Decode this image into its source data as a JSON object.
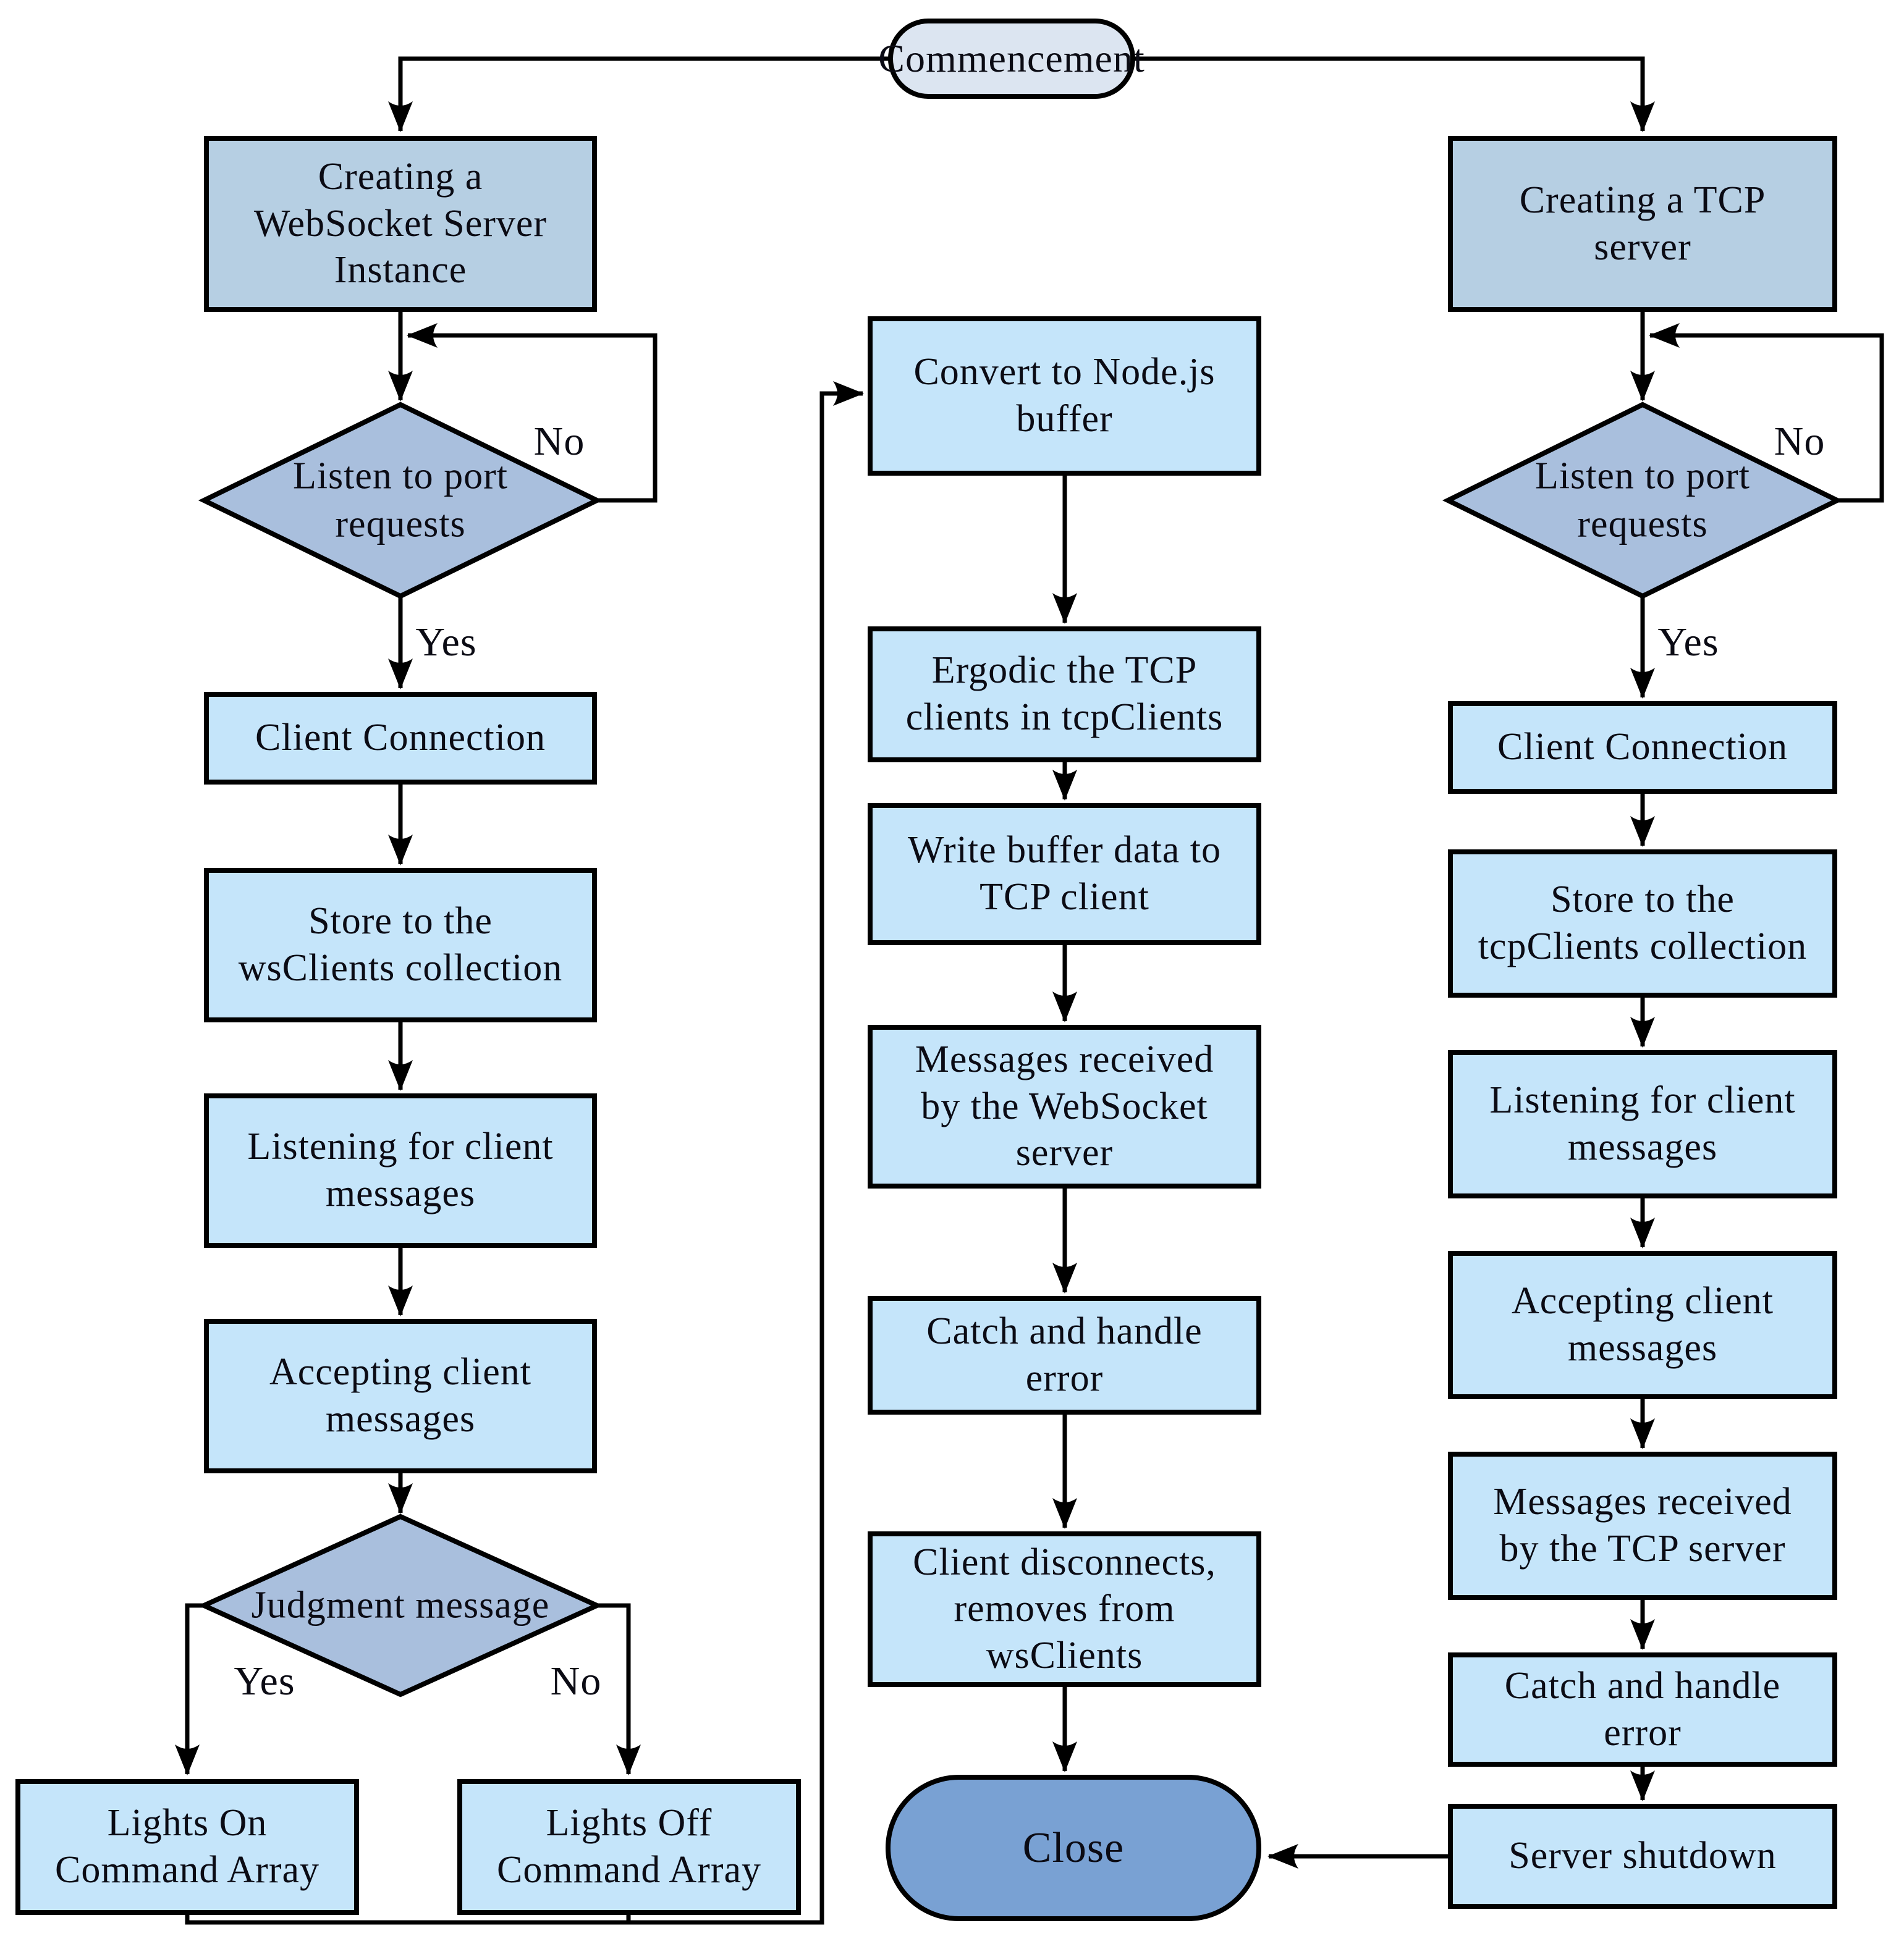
{
  "diagram_title": "WebSocket / TCP bridge server flowchart",
  "colors": {
    "stage_box": "#b6cfe3",
    "process_box": "#c5e5fa",
    "decision_diamond": "#a9bfdd",
    "terminal_start": "#dce5f1",
    "terminal_end": "#79a1d3",
    "stroke": "#000000",
    "background": "#ffffff"
  },
  "start": {
    "label": "Commencement"
  },
  "left": {
    "create": {
      "label": "Creating a\nWebSocket Server\nInstance"
    },
    "listen": {
      "label": "Listen to port\nrequests"
    },
    "client_connection": {
      "label": "Client Connection"
    },
    "store": {
      "label": "Store to the\nwsClients collection"
    },
    "listening": {
      "label": "Listening for client\nmessages"
    },
    "accepting": {
      "label": "Accepting client\nmessages"
    },
    "judgment": {
      "label": "Judgment message"
    },
    "lights_on": {
      "label": "Lights On\nCommand Array"
    },
    "lights_off": {
      "label": "Lights Off\nCommand Array"
    }
  },
  "middle": {
    "convert": {
      "label": "Convert to Node.js\nbuffer"
    },
    "ergodic": {
      "label": "Ergodic the TCP\nclients in tcpClients"
    },
    "write": {
      "label": "Write buffer data to\nTCP client"
    },
    "received": {
      "label": "Messages received\nby the WebSocket\nserver"
    },
    "catch": {
      "label": "Catch and handle\nerror"
    },
    "disconnect": {
      "label": "Client disconnects,\nremoves from\nwsClients"
    },
    "close": {
      "label": "Close"
    }
  },
  "right": {
    "create": {
      "label": "Creating a TCP\nserver"
    },
    "listen": {
      "label": "Listen to port\nrequests"
    },
    "client_connection": {
      "label": "Client Connection"
    },
    "store": {
      "label": "Store to the\ntcpClients collection"
    },
    "listening": {
      "label": "Listening for client\nmessages"
    },
    "accepting": {
      "label": "Accepting client\nmessages"
    },
    "received": {
      "label": "Messages received\nby the TCP server"
    },
    "catch": {
      "label": "Catch and handle\nerror"
    },
    "shutdown": {
      "label": "Server shutdown"
    }
  },
  "edge_labels": {
    "yes": "Yes",
    "no": "No"
  }
}
